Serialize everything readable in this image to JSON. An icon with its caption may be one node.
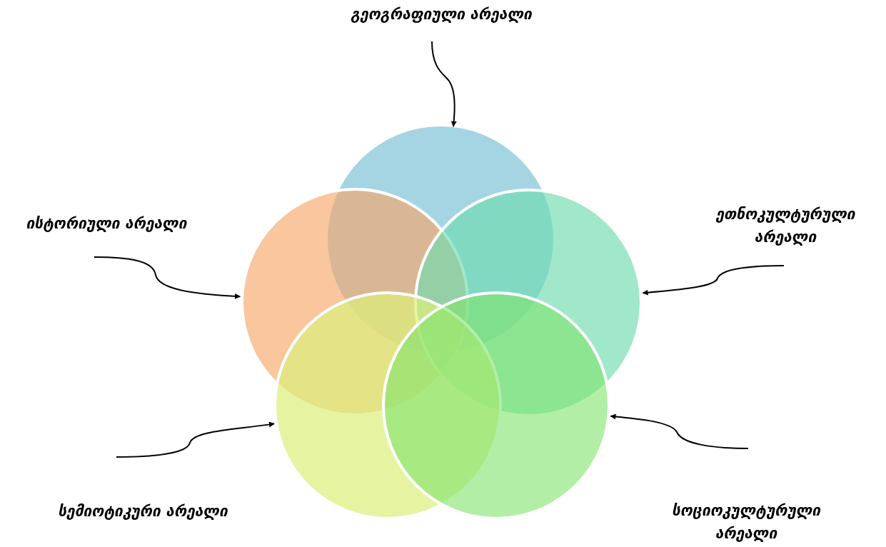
{
  "diagram": {
    "nodes": [
      {
        "text": [
          "გეოგრაფიული არეალი"
        ]
      },
      {
        "text": [],
        "shape": "circle"
      },
      {
        "text": [
          "ისტორიული არეალი"
        ]
      },
      {
        "text": [],
        "shape": "circle"
      },
      {
        "text": [
          "ეთნოკულტურული არეალი"
        ]
      },
      {
        "text": [],
        "shape": "circle"
      },
      {
        "text": [
          "სემიოტიკური არეალი"
        ]
      },
      {
        "text": [],
        "shape": "circle"
      },
      {
        "text": [
          "სოციოკულტურული არეალი"
        ]
      },
      {
        "text": [],
        "shape": "circle"
      }
    ],
    "edges": [
      {
        "from": 0,
        "to": 1,
        "arrow": "to"
      },
      {
        "from": 2,
        "to": 3,
        "arrow": "to"
      },
      {
        "from": 4,
        "to": 5,
        "arrow": "to"
      },
      {
        "from": 6,
        "to": 7,
        "arrow": "to"
      },
      {
        "from": 8,
        "to": 9,
        "arrow": "to"
      }
    ]
  }
}
